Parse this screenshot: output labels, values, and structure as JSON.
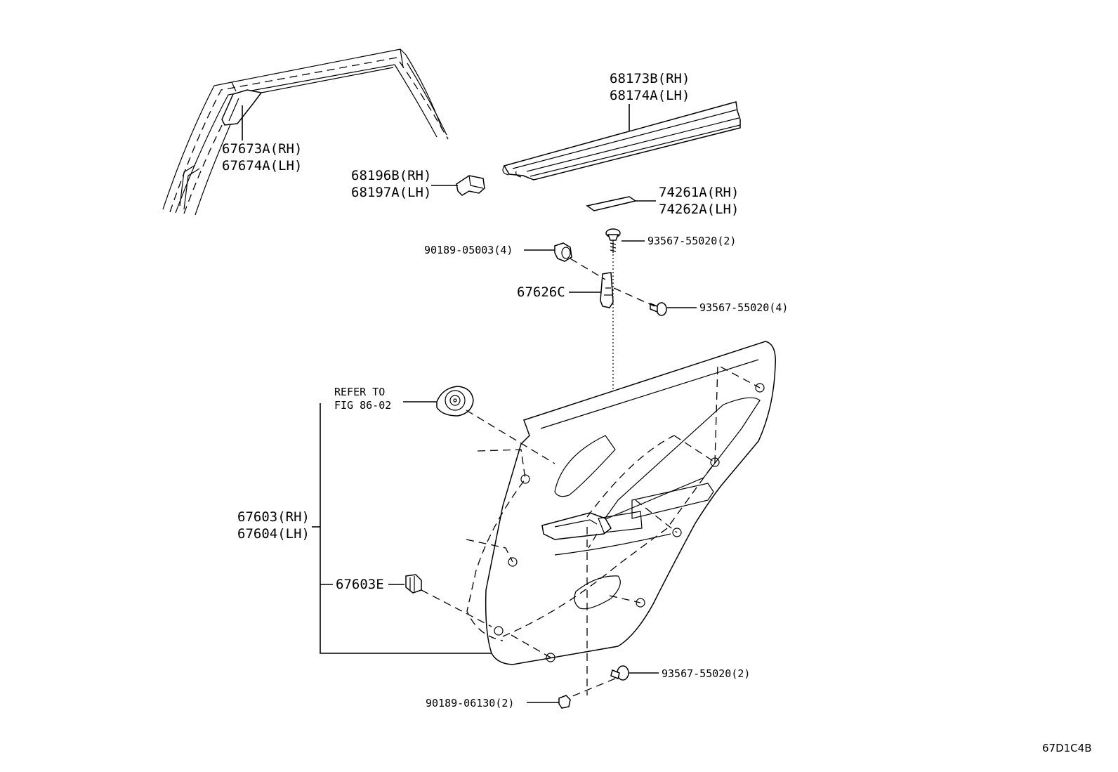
{
  "diagram_id": "67D1C4B",
  "parts": [
    {
      "key": "weatherstrip_corner",
      "lines": [
        "67673A(RH)",
        "67674A(LH)"
      ]
    },
    {
      "key": "belt_moulding",
      "lines": [
        "68173B(RH)",
        "68174A(LH)"
      ]
    },
    {
      "key": "moulding_clip",
      "lines": [
        "68196B(RH)",
        "68197A(LH)"
      ]
    },
    {
      "key": "seal_pad",
      "lines": [
        "74261A(RH)",
        "74262A(LH)"
      ]
    },
    {
      "key": "clip_upper",
      "lines": [
        "90189-05003(4)"
      ]
    },
    {
      "key": "screw_top",
      "lines": [
        "93567-55020(2)"
      ]
    },
    {
      "key": "bracket",
      "lines": [
        "67626C"
      ]
    },
    {
      "key": "screw_bracket",
      "lines": [
        "93567-55020(4)"
      ]
    },
    {
      "key": "refer",
      "lines": [
        "REFER TO",
        "FIG 86-02"
      ]
    },
    {
      "key": "trim_board",
      "lines": [
        "67603(RH)",
        "67604(LH)"
      ]
    },
    {
      "key": "trim_clip",
      "lines": [
        "67603E"
      ]
    },
    {
      "key": "screw_bottom",
      "lines": [
        "93567-55020(2)"
      ]
    },
    {
      "key": "clip_lower",
      "lines": [
        "90189-06130(2)"
      ]
    }
  ]
}
